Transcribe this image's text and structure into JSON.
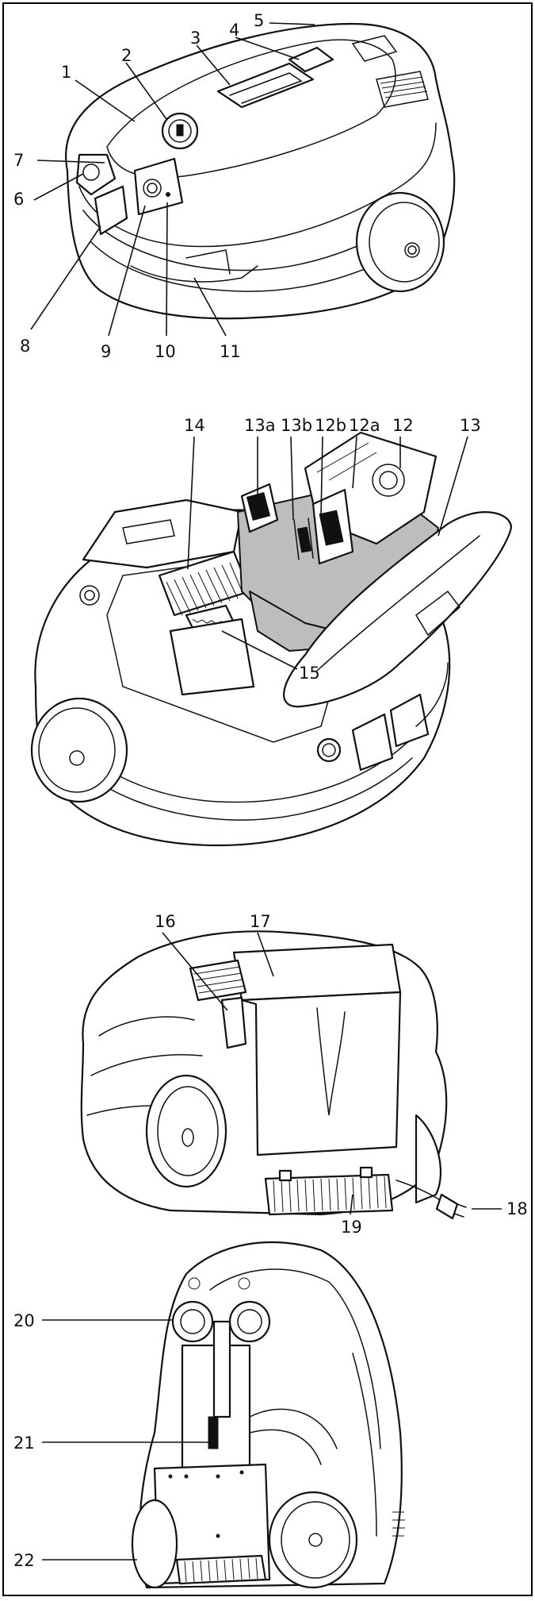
{
  "diagram": {
    "views": [
      {
        "id": "view-top",
        "labels": [
          "1",
          "2",
          "3",
          "4",
          "5",
          "6",
          "7",
          "8",
          "9",
          "10",
          "11"
        ]
      },
      {
        "id": "view-open",
        "labels": [
          "14",
          "13a",
          "13b",
          "12b",
          "12a",
          "12",
          "13",
          "15"
        ]
      },
      {
        "id": "view-rear",
        "labels": [
          "16",
          "17",
          "18",
          "19"
        ]
      },
      {
        "id": "view-upright",
        "labels": [
          "20",
          "21",
          "22"
        ]
      }
    ]
  }
}
